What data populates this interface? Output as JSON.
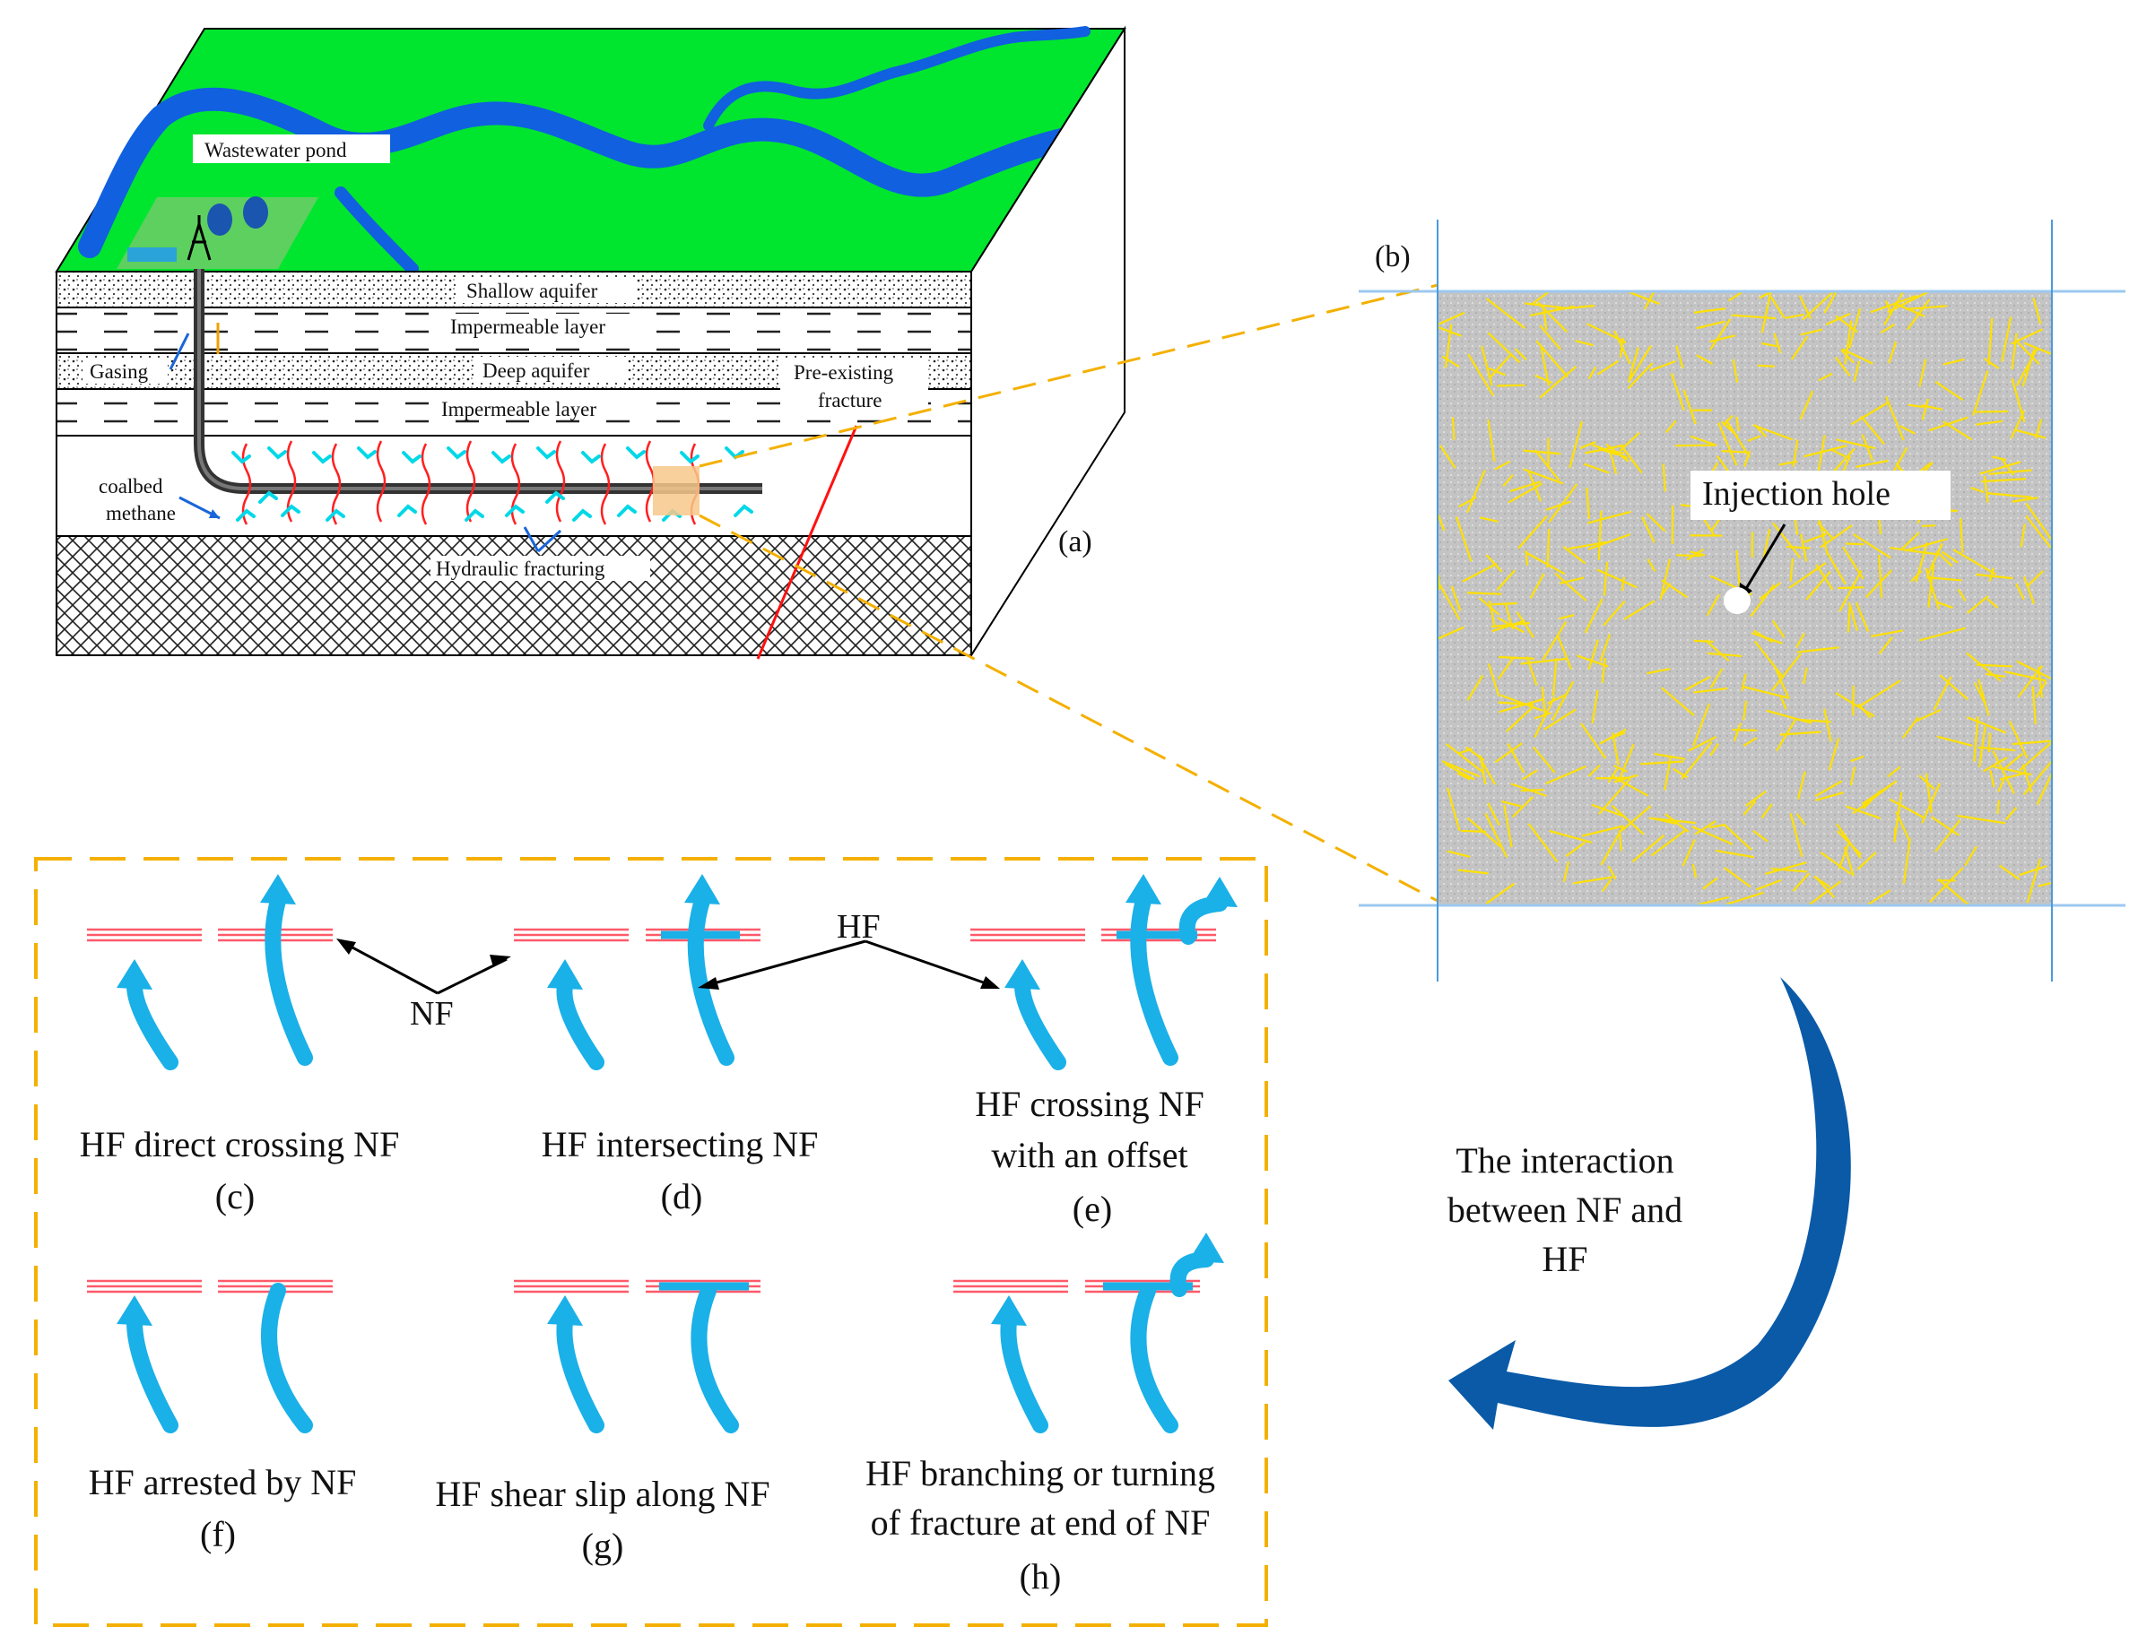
{
  "panel_a": {
    "caption": "(a)",
    "labels": {
      "wastewater_pond": "Wastewater pond",
      "shallow_aquifer": "Shallow aquifer",
      "impermeable_layer_1": "Impermeable layer",
      "gasing": "Gasing",
      "deep_aquifer": "Deep aquifer",
      "pre_existing_line1": "Pre-existing",
      "pre_existing_line2": "fracture",
      "impermeable_layer_2": "Impermeable layer",
      "coalbed_line1": "coalbed",
      "coalbed_line2": "methane",
      "hydraulic_fracturing": "Hydraulic fracturing"
    }
  },
  "panel_b": {
    "caption": "(b)",
    "injection_hole": "Injection hole"
  },
  "interaction_label": {
    "line1": "The interaction",
    "line2": "between NF and",
    "line3": "HF"
  },
  "pointers": {
    "nf": "NF",
    "hf": "HF"
  },
  "cases": [
    {
      "id": "c",
      "line1": "HF direct crossing NF",
      "line2": "",
      "tag": "(c)"
    },
    {
      "id": "d",
      "line1": "HF intersecting NF",
      "line2": "",
      "tag": "(d)"
    },
    {
      "id": "e",
      "line1": "HF crossing NF",
      "line2": "with an offset",
      "tag": "(e)"
    },
    {
      "id": "f",
      "line1": "HF arrested by NF",
      "line2": "",
      "tag": "(f)"
    },
    {
      "id": "g",
      "line1": "HF shear slip along NF",
      "line2": "",
      "tag": "(g)"
    },
    {
      "id": "h",
      "line1": "HF branching or turning",
      "line2": "of fracture at end of NF",
      "tag": "(h)"
    }
  ],
  "colors": {
    "surface": "#00e62e",
    "river": "#1060e0",
    "hf_arrow": "#1ab0e8",
    "nf_line": "#ff5a6a",
    "dashed_box": "#f4b000",
    "panel_b_fill": "#c2c2c2",
    "panel_b_fracture": "#ffe100",
    "curved_arrow": "#0a5aa8"
  }
}
